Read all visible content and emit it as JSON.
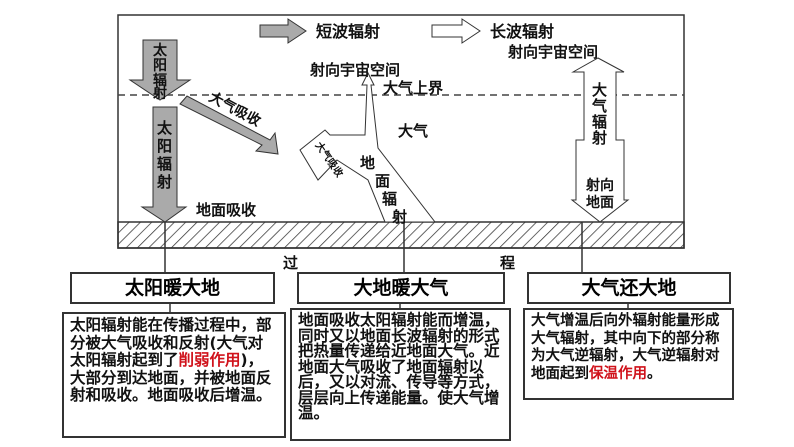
{
  "legend": {
    "short_wave": "短波辐射",
    "long_wave": "长波辐射"
  },
  "diagram": {
    "solar_radiation_top": "太阳辐射",
    "solar_radiation_lower": "太阳辐射",
    "atmos_absorb": "大气吸收",
    "ground_absorb": "地面吸收",
    "to_space_1": "射向宇宙空间",
    "to_space_2": "射向宇宙空间",
    "atmos_top": "大气上界",
    "atmosphere": "大气",
    "atmos_absorb_small": "大气吸收",
    "ground_radiation": "地面辐射",
    "atmos_radiation": "大气辐射",
    "to_ground": "射向地面"
  },
  "process_label": [
    "过",
    "程"
  ],
  "stages": [
    {
      "title": "太阳暖大地",
      "text_before": "太阳辐射能在传播过程中，部分被大气吸收和反射(大气对太阳辐射起到了",
      "highlight": "削弱作用",
      "text_after": ")，大部分到达地面，并被地面反射和吸收。地面吸收后增温。"
    },
    {
      "title": "大地暖大气",
      "text_before": "地面吸收太阳辐射能而增温，同时又以地面长波辐射的形式把热量传递给近地面大气。近地面大气吸收了地面辐射以后，又以对流、传导等方式，层层向上传递能量。使大气增温。",
      "highlight": "",
      "text_after": ""
    },
    {
      "title": "大气还大地",
      "text_before": "大气增温后向外辐射能量形成大气辐射，其中向下的部分称为大气逆辐射，大气逆辐射对地面起到",
      "highlight": "保温作用",
      "text_after": "。"
    }
  ],
  "colors": {
    "highlight": "#d0121b",
    "short_wave_fill": "#aaaaaa"
  }
}
